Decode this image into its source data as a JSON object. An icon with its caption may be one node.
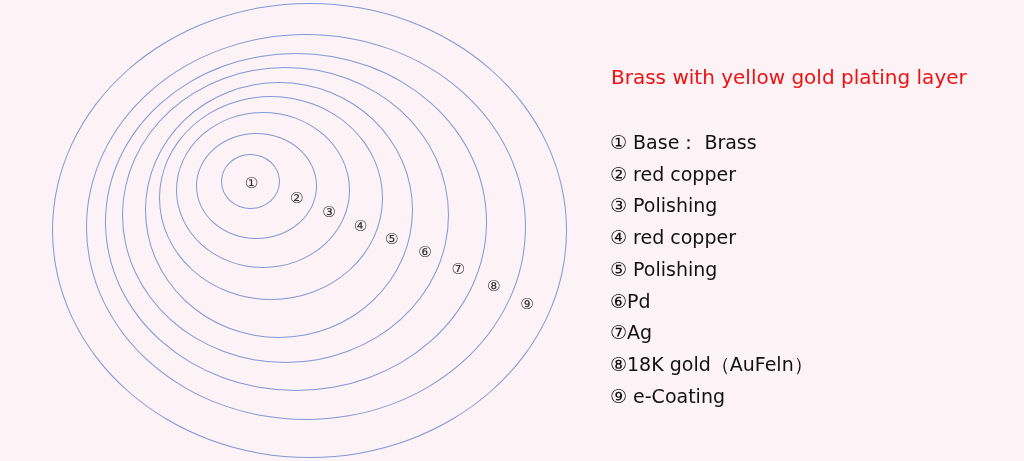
{
  "diagram": {
    "title": "Brass with yellow gold plating layer",
    "nodes": [
      {
        "text": [
          "⑨"
        ]
      },
      {
        "text": [
          "⑧"
        ],
        "in": 0
      },
      {
        "text": [
          "⑦"
        ],
        "in": 1
      },
      {
        "text": [
          "⑥"
        ],
        "in": 2
      },
      {
        "text": [
          "⑤"
        ],
        "in": 3
      },
      {
        "text": [
          "④"
        ],
        "in": 4
      },
      {
        "text": [
          "③"
        ],
        "in": 5
      },
      {
        "text": [
          "②"
        ],
        "in": 6
      },
      {
        "text": [
          "①"
        ],
        "in": 7
      }
    ],
    "labels": [
      "① Base： Brass",
      "② red copper",
      "③ Polishing",
      "④ red copper",
      "⑤ Polishing",
      "⑥Pd",
      "⑦Ag",
      "⑧18K gold（AuFeln）",
      "⑨ e-Coating"
    ]
  }
}
